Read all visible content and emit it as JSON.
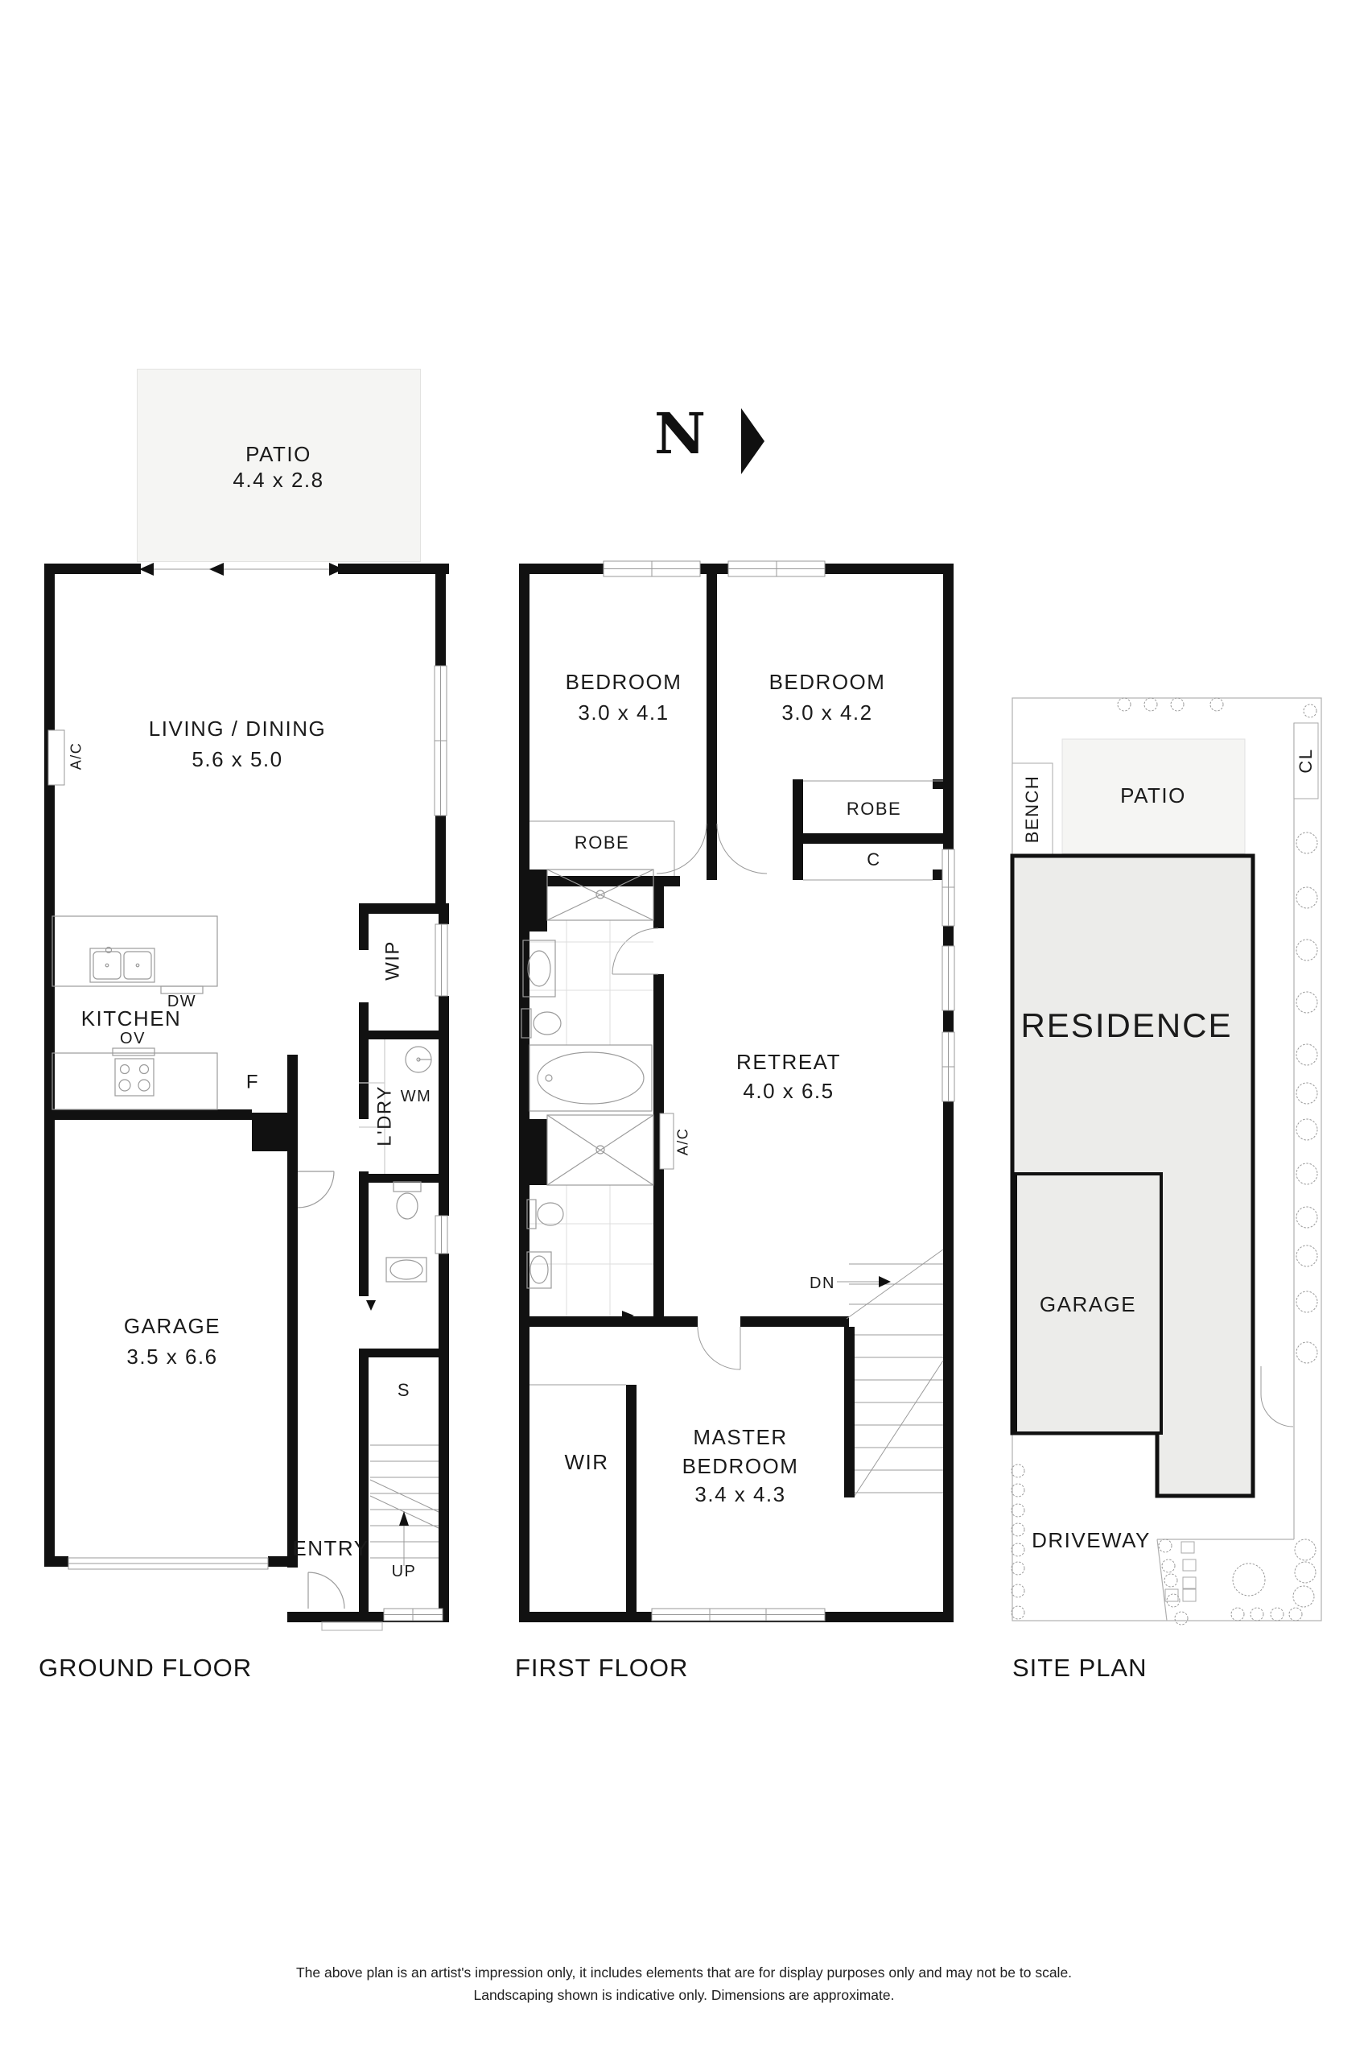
{
  "north": {
    "letter": "N"
  },
  "ground_floor": {
    "title": "GROUND FLOOR",
    "patio": {
      "name": "PATIO",
      "dims": "4.4 x 2.8"
    },
    "living_dining": {
      "name": "LIVING / DINING",
      "dims": "5.6 x 5.0"
    },
    "kitchen": {
      "name": "KITCHEN",
      "dishwasher": "DW",
      "oven": "OV",
      "fridge": "F"
    },
    "garage": {
      "name": "GARAGE",
      "dims": "3.5 x 6.6"
    },
    "entry": "ENTRY",
    "wip": "WIP",
    "laundry": {
      "name": "L'DRY",
      "washing_machine": "WM"
    },
    "store": "S",
    "up": "UP",
    "ac": "A/C"
  },
  "first_floor": {
    "title": "FIRST FLOOR",
    "bedroom_1": {
      "name": "BEDROOM",
      "dims": "3.0 x 4.1"
    },
    "bedroom_2": {
      "name": "BEDROOM",
      "dims": "3.0 x 4.2"
    },
    "robe_1": "ROBE",
    "robe_2": "ROBE",
    "cupboard": "C",
    "retreat": {
      "name": "RETREAT",
      "dims": "4.0 x 6.5"
    },
    "master_bedroom": {
      "name": "MASTER BEDROOM",
      "dims": "3.4 x 4.3"
    },
    "wir": "WIR",
    "dn": "DN",
    "ac": "A/C"
  },
  "site_plan": {
    "title": "SITE PLAN",
    "patio": "PATIO",
    "bench": "BENCH",
    "clothesline": "CL",
    "residence": "RESIDENCE",
    "garage": "GARAGE",
    "driveway": "DRIVEWAY"
  },
  "footer": {
    "line1": "The above plan is an artist's impression only, it includes elements that are for display purposes only and may not be to scale.",
    "line2": "Landscaping shown is indicative only. Dimensions are approximate."
  },
  "colors": {
    "wall": "#111111",
    "room_fill": "#f5f5f3",
    "fixture_line": "#9b9b9b",
    "boundary_line": "#b0b0b0"
  }
}
